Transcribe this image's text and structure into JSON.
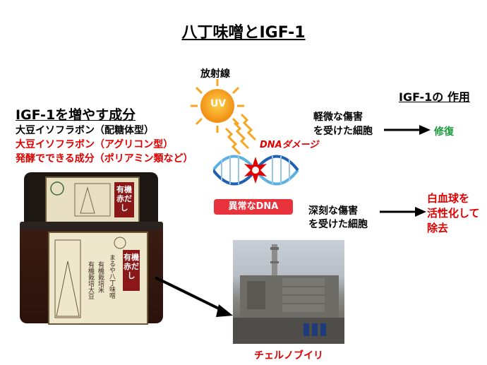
{
  "title": "八丁味噌とIGF-1",
  "left": {
    "heading": "IGF-1を増やす成分",
    "ingredients": [
      "大豆イソフラボン（配糖体型）",
      "大豆イソフラボン（アグリコン型）",
      "発酵でできる成分（ポリアミン類など）"
    ]
  },
  "miso_package": {
    "lid_label": "有機 赤だし",
    "body_label": "有機 赤だし",
    "lines": [
      "有機栽培大豆",
      "有機栽培米"
    ],
    "brand": "まるや八丁味噌"
  },
  "radiation": {
    "label": "放射線",
    "sun_text": "UV",
    "damage_text": "DNAダメージ",
    "abnormal": "異常なDNA"
  },
  "igf_function": {
    "heading": "IGF-1の 作用",
    "mild_damage": [
      "軽微な傷害",
      "を受けた細胞"
    ],
    "repair": "修復",
    "severe_damage": [
      "深刻な傷害",
      "を受けた細胞"
    ],
    "white_blood_cells": [
      "白血球を",
      "活性化して",
      "除去"
    ]
  },
  "photo_caption": "チェルノブイリ",
  "colors": {
    "red": "#e00000",
    "green": "#1a9a3a",
    "sun": "#f5a623",
    "badge": "#e8323c"
  }
}
